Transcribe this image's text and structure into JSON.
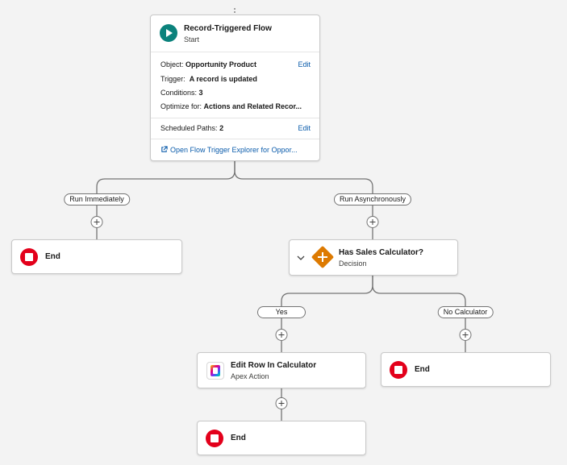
{
  "start_node": {
    "title": "Record-Triggered Flow",
    "subtitle": "Start",
    "object_label": "Object:",
    "object_value": "Opportunity Product",
    "trigger_label": "Trigger:",
    "trigger_value": "A record is updated",
    "conditions_label": "Conditions:",
    "conditions_value": "3",
    "optimize_label": "Optimize for:",
    "optimize_value": "Actions and Related Recor...",
    "scheduled_label": "Scheduled Paths:",
    "scheduled_value": "2",
    "edit_label": "Edit",
    "explorer_link": "Open Flow Trigger Explorer for Oppor..."
  },
  "paths": {
    "run_immediately": "Run Immediately",
    "run_async": "Run Asynchronously",
    "yes": "Yes",
    "no_calculator": "No Calculator"
  },
  "end_label": "End",
  "decision_node": {
    "title": "Has Sales Calculator?",
    "subtitle": "Decision"
  },
  "action_node": {
    "title": "Edit Row In Calculator",
    "subtitle": "Apex Action"
  },
  "colors": {
    "start_icon": "#0b827c",
    "decision_icon": "#dd7a01",
    "end_icon": "#e3001b",
    "link": "#0b5cab",
    "connector": "#747474"
  },
  "icons": {
    "start": "play-icon",
    "decision": "decision-icon",
    "action": "apex-action-icon",
    "end": "stop-icon",
    "external": "external-link-icon",
    "collapse": "chevron-down-icon",
    "add": "plus-icon"
  }
}
